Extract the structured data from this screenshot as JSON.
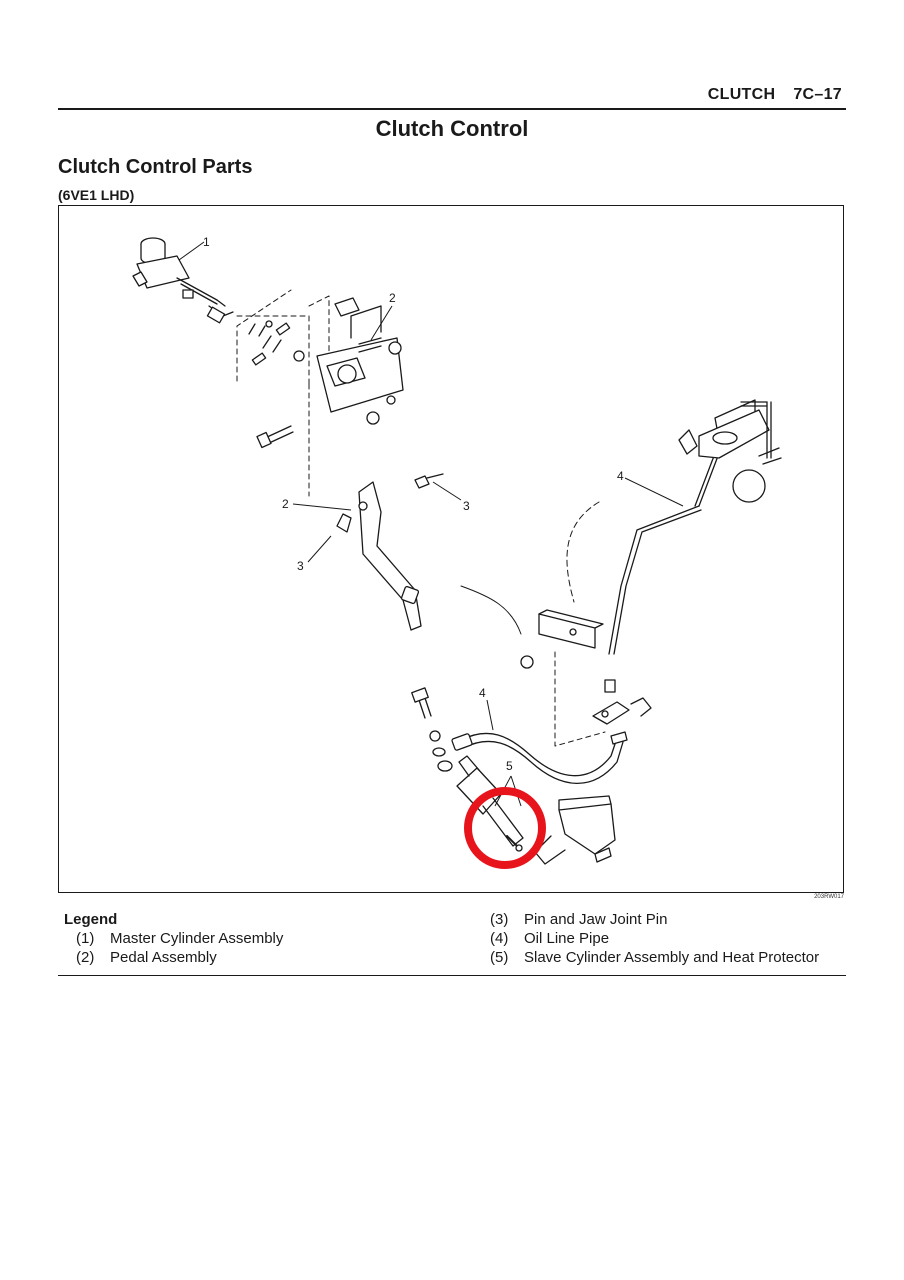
{
  "header": {
    "section": "CLUTCH",
    "page": "7C–17"
  },
  "page_title": "Clutch Control",
  "section_title": "Clutch Control Parts",
  "subtitle": "(6VE1 LHD)",
  "figure": {
    "code": "203RW017",
    "callouts": [
      "1",
      "2",
      "2",
      "3",
      "3",
      "4",
      "4",
      "5"
    ]
  },
  "legend": {
    "title": "Legend",
    "items": [
      {
        "num": "(1)",
        "label": "Master Cylinder Assembly"
      },
      {
        "num": "(2)",
        "label": "Pedal Assembly"
      },
      {
        "num": "(3)",
        "label": "Pin and Jaw Joint Pin"
      },
      {
        "num": "(4)",
        "label": "Oil Line Pipe"
      },
      {
        "num": "(5)",
        "label": "Slave Cylinder Assembly and Heat Protector"
      }
    ]
  },
  "colors": {
    "ink": "#1a1a1a",
    "highlight": "#e8141c"
  }
}
